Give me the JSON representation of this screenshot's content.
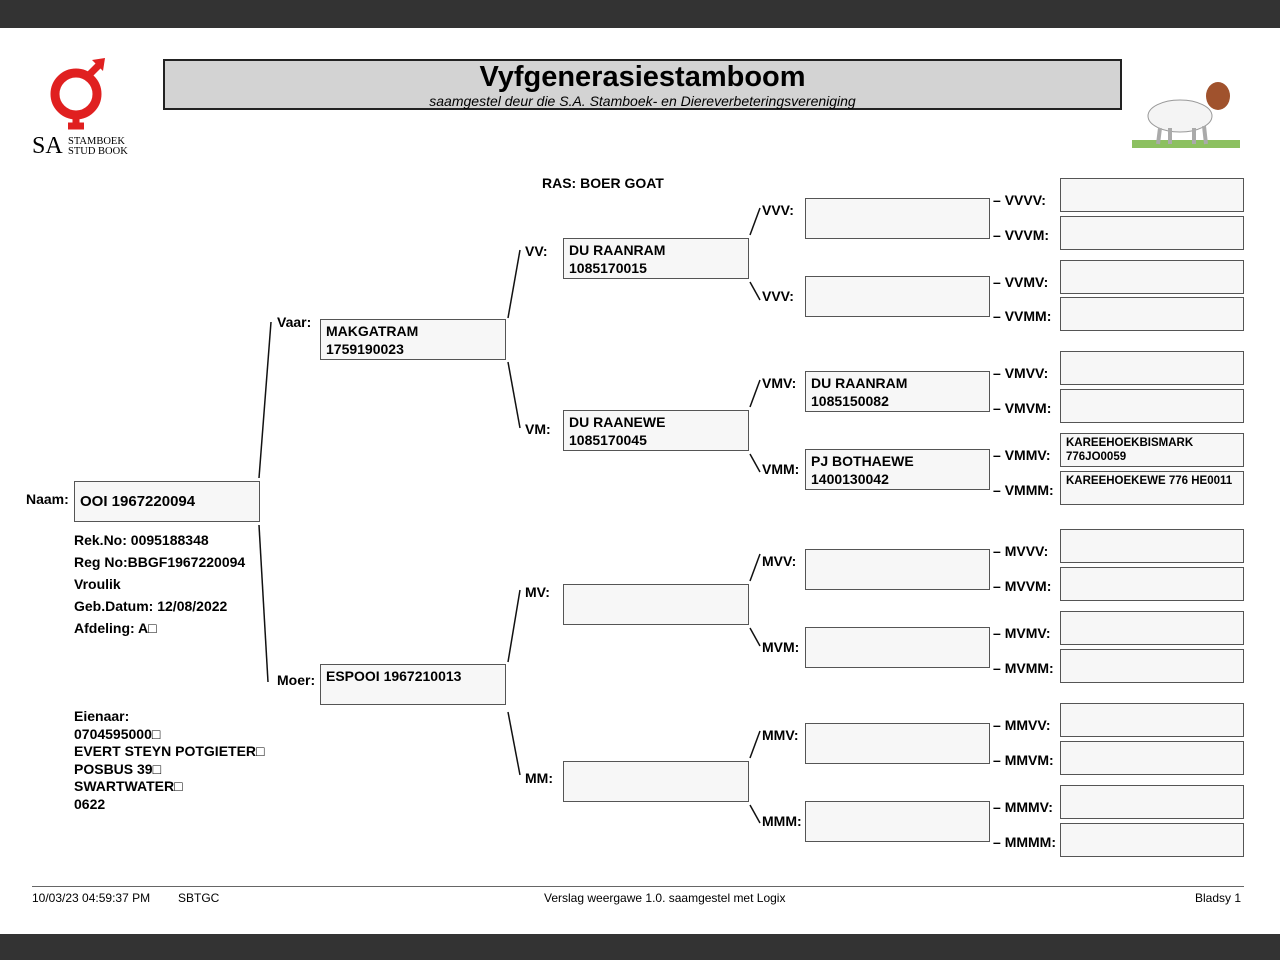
{
  "header": {
    "title": "Vyfgenerasiestamboom",
    "subtitle": "saamgestel deur die S.A. Stamboek- en Diereverbeteringsvereniging",
    "logo_text": "SA STAMBOEK STUD BOOK"
  },
  "breed": "RAS: BOER GOAT",
  "subject": {
    "label": "Naam:",
    "name": "OOI 1967220094",
    "info": [
      "Rek.No: 0095188348",
      "Reg No:BBGF1967220094",
      "Vroulik",
      "Geb.Datum: 12/08/2022",
      "Afdeling: A□"
    ]
  },
  "owner": [
    "Eienaar:",
    "0704595000□",
    "EVERT STEYN POTGIETER□",
    "POSBUS 39□",
    "SWARTWATER□",
    "0622"
  ],
  "gen1": [
    {
      "label": "Vaar:",
      "lines": [
        "MAKGATRAM",
        "1759190023"
      ]
    },
    {
      "label": "Moer:",
      "lines": [
        "ESPOOI 1967210013",
        ""
      ]
    }
  ],
  "gen2": [
    {
      "label": "VV:",
      "lines": [
        "DU RAANRAM",
        "1085170015"
      ]
    },
    {
      "label": "VM:",
      "lines": [
        "DU RAANEWE",
        "1085170045"
      ]
    },
    {
      "label": "MV:",
      "lines": [
        "",
        ""
      ]
    },
    {
      "label": "MM:",
      "lines": [
        "",
        ""
      ]
    }
  ],
  "gen3": [
    {
      "label": "VVV:",
      "lines": [
        "",
        ""
      ]
    },
    {
      "label": "VVV:",
      "lines": [
        "",
        ""
      ]
    },
    {
      "label": "VMV:",
      "lines": [
        "DU RAANRAM",
        "1085150082"
      ]
    },
    {
      "label": "VMM:",
      "lines": [
        "PJ BOTHAEWE",
        "1400130042"
      ]
    },
    {
      "label": "MVV:",
      "lines": [
        "",
        ""
      ]
    },
    {
      "label": "MVM:",
      "lines": [
        "",
        ""
      ]
    },
    {
      "label": "MMV:",
      "lines": [
        "",
        ""
      ]
    },
    {
      "label": "MMM:",
      "lines": [
        "",
        ""
      ]
    }
  ],
  "gen4": [
    {
      "label": "VVVV:",
      "lines": [
        "",
        ""
      ]
    },
    {
      "label": "VVVM:",
      "lines": [
        "",
        ""
      ]
    },
    {
      "label": "VVMV:",
      "lines": [
        "",
        ""
      ]
    },
    {
      "label": "VVMM:",
      "lines": [
        "",
        ""
      ]
    },
    {
      "label": "VMVV:",
      "lines": [
        "",
        ""
      ]
    },
    {
      "label": "VMVM:",
      "lines": [
        "",
        ""
      ]
    },
    {
      "label": "VMMV:",
      "lines": [
        "KAREEHOEKBISMARK",
        "776JO0059"
      ]
    },
    {
      "label": "VMMM:",
      "lines": [
        "KAREEHOEKEWE 776 HE0011",
        ""
      ]
    },
    {
      "label": "MVVV:",
      "lines": [
        "",
        ""
      ]
    },
    {
      "label": "MVVM:",
      "lines": [
        "",
        ""
      ]
    },
    {
      "label": "MVMV:",
      "lines": [
        "",
        ""
      ]
    },
    {
      "label": "MVMM:",
      "lines": [
        "",
        ""
      ]
    },
    {
      "label": "MMVV:",
      "lines": [
        "",
        ""
      ]
    },
    {
      "label": "MMVM:",
      "lines": [
        "",
        ""
      ]
    },
    {
      "label": "MMMV:",
      "lines": [
        "",
        ""
      ]
    },
    {
      "label": "MMMM:",
      "lines": [
        "",
        ""
      ]
    }
  ],
  "footer": {
    "datetime": "10/03/23 04:59:37 PM",
    "code": "SBTGC",
    "version": "Verslag weergawe 1.0. saamgestel met Logix",
    "page": "Bladsy 1"
  }
}
